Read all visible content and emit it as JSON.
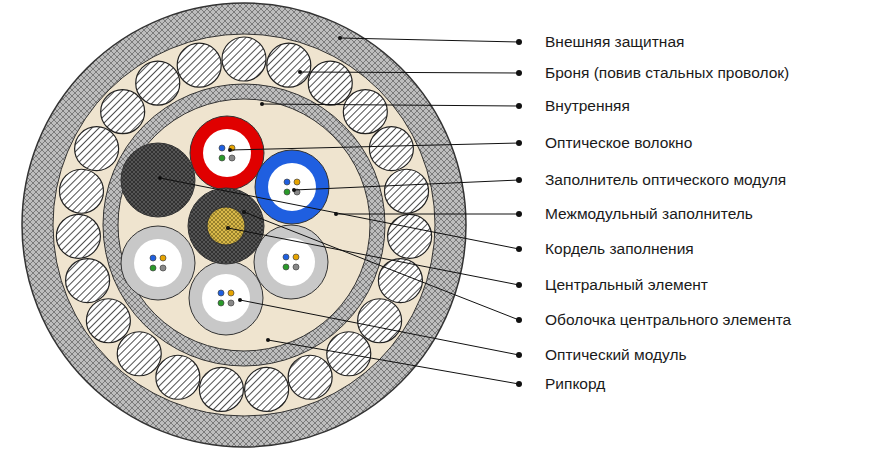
{
  "diagram": {
    "labels": [
      "Внешняя защитная",
      "Броня (повив стальных проволок)",
      "Внутренняя",
      "Оптическое волокно",
      "Заполнитель оптического модуля",
      "Межмодульный заполнитель",
      "Кордель заполнения",
      "Центральный элемент",
      "Оболочка центрального элемента",
      "Оптический модуль",
      "Рипкорд"
    ]
  }
}
